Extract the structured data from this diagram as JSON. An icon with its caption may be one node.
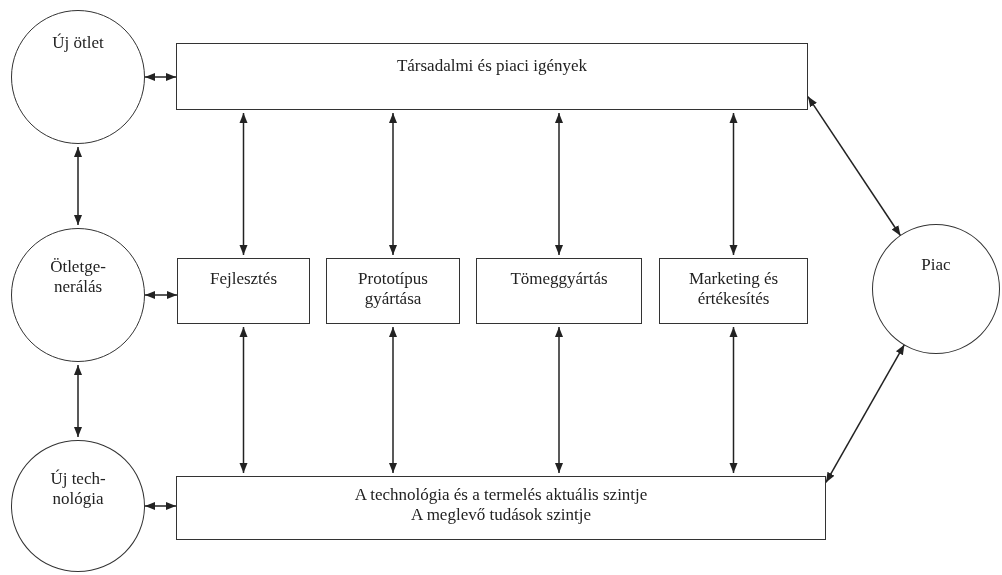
{
  "diagram": {
    "nodes": [
      {
        "text": [
          "Új ötlet"
        ]
      },
      {
        "text": [
          "Társadalmi és piaci igények"
        ]
      },
      {
        "text": [
          "Ötletge- nerálás"
        ]
      },
      {
        "text": [
          "Fejlesztés"
        ]
      },
      {
        "text": [
          "Prototípus gyártása"
        ]
      },
      {
        "text": [
          "Tömeggyártás"
        ]
      },
      {
        "text": [
          "Marketing és értékesítés"
        ]
      },
      {
        "text": [
          "Piac"
        ]
      },
      {
        "text": [
          "Új tech- nológia"
        ]
      },
      {
        "text": [
          "A technológia és a termelés aktuális szintje",
          "A meglevő tudások szintje"
        ]
      }
    ],
    "edges": [
      {
        "from": 0,
        "to": 1,
        "arrow": "both"
      },
      {
        "from": 0,
        "to": 2,
        "arrow": "both"
      },
      {
        "from": 2,
        "to": 3,
        "arrow": "both"
      },
      {
        "from": 2,
        "to": 8,
        "arrow": "both"
      },
      {
        "from": 8,
        "to": 9,
        "arrow": "both"
      },
      {
        "from": 1,
        "to": 3,
        "arrow": "both"
      },
      {
        "from": 1,
        "to": 4,
        "arrow": "both"
      },
      {
        "from": 1,
        "to": 5,
        "arrow": "both"
      },
      {
        "from": 1,
        "to": 6,
        "arrow": "both"
      },
      {
        "from": 3,
        "to": 9,
        "arrow": "both"
      },
      {
        "from": 4,
        "to": 9,
        "arrow": "both"
      },
      {
        "from": 5,
        "to": 9,
        "arrow": "both"
      },
      {
        "from": 6,
        "to": 9,
        "arrow": "both"
      },
      {
        "from": 1,
        "to": 7,
        "arrow": "both"
      },
      {
        "from": 7,
        "to": 9,
        "arrow": "both"
      }
    ]
  }
}
